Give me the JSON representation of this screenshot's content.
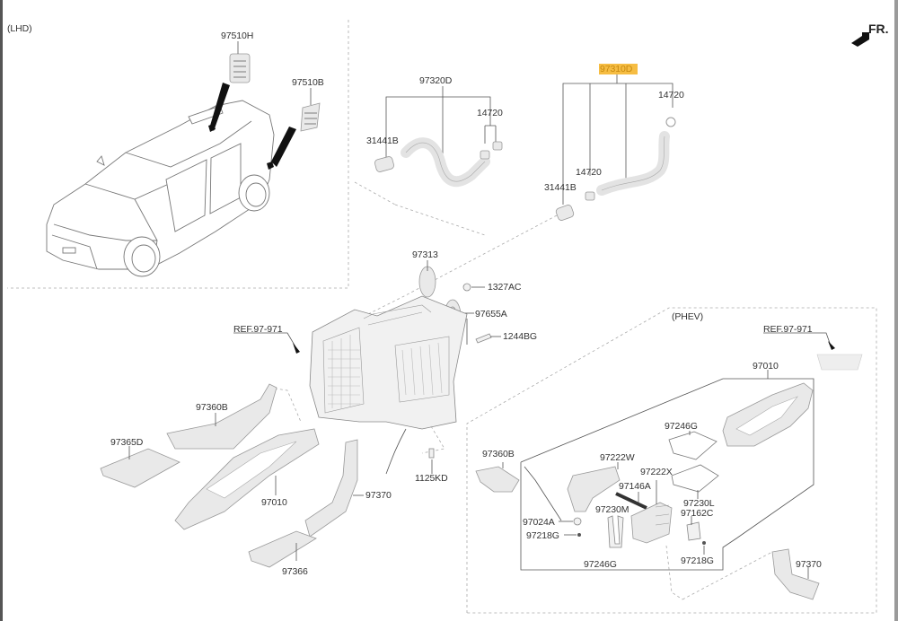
{
  "sections": {
    "lhd": "(LHD)",
    "phev": "(PHEV)"
  },
  "orientation": {
    "label": "FR.",
    "icon": "front-arrow-icon"
  },
  "highlight_color": "#f6bd43",
  "labels": {
    "p97510H": "97510H",
    "p97510B": "97510B",
    "p97320D": "97320D",
    "p31441B_a": "31441B",
    "p14720_a": "14720",
    "p97310D": "97310D",
    "p14720_b": "14720",
    "p14720_c": "14720",
    "p31441B_b": "31441B",
    "p97313": "97313",
    "p1327AC": "1327AC",
    "p97655A": "97655A",
    "p1244BG": "1244BG",
    "ref_left": "REF.97-971",
    "p97360B_a": "97360B",
    "p97365D": "97365D",
    "p97010_a": "97010",
    "p97370_a": "97370",
    "p1125KD": "1125KD",
    "p97366": "97366",
    "ref_right": "REF.97-971",
    "p97010_b": "97010",
    "p97246G_a": "97246G",
    "p97360B_b": "97360B",
    "p97222W": "97222W",
    "p97222X": "97222X",
    "p97146A": "97146A",
    "p97230L": "97230L",
    "p97230M": "97230M",
    "p97162C": "97162C",
    "p97024A": "97024A",
    "p97218G_a": "97218G",
    "p97218G_b": "97218G",
    "p97246G_b": "97246G",
    "p97370_b": "97370"
  }
}
